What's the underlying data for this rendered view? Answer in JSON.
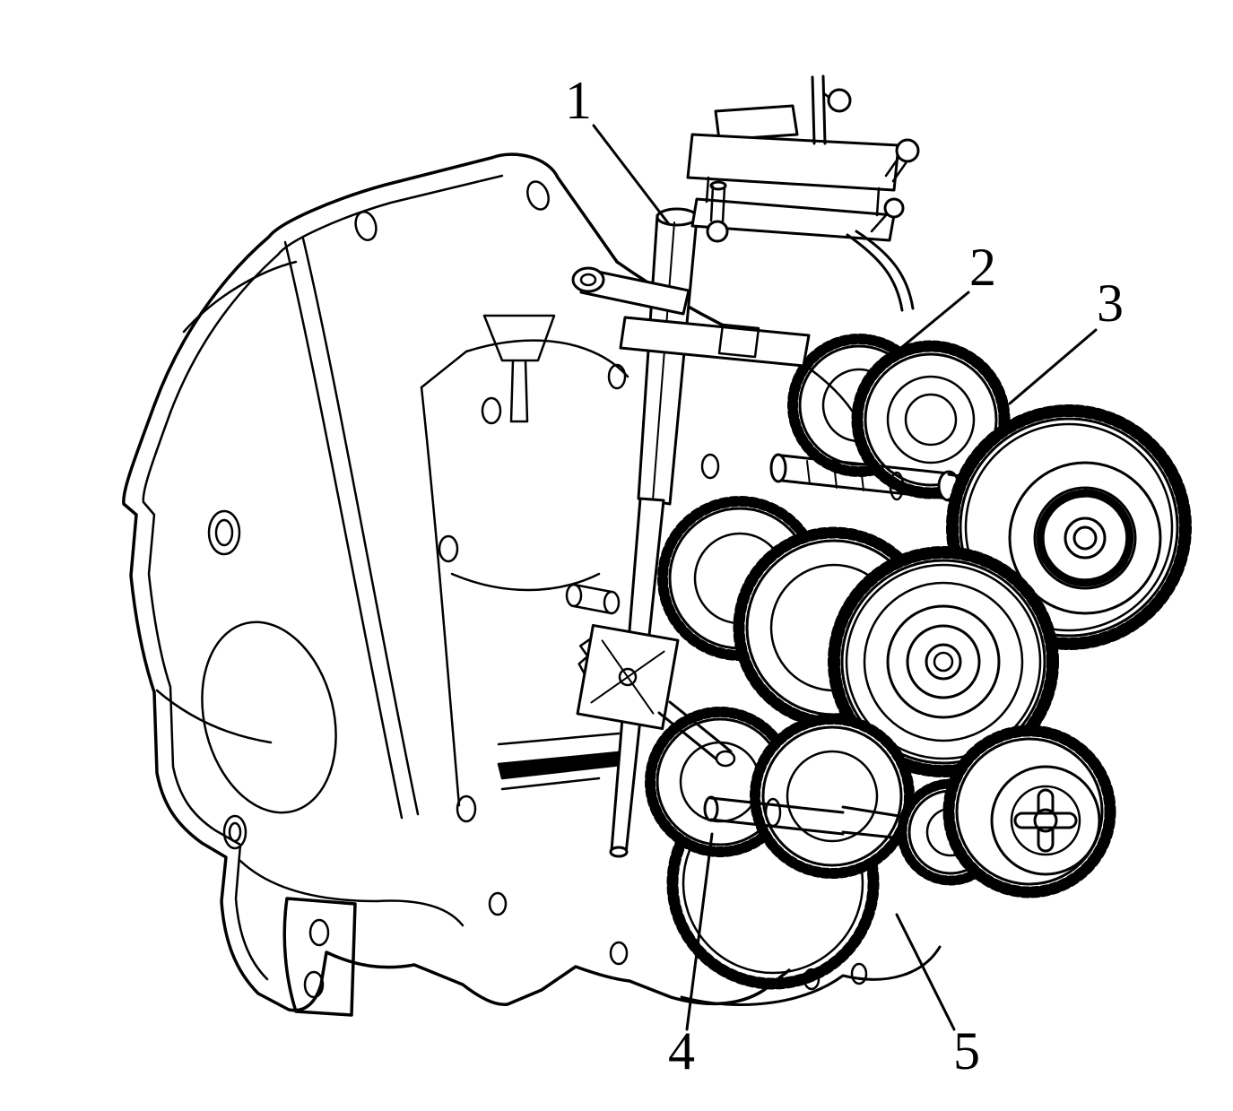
{
  "figure": {
    "background_color": "#ffffff",
    "line_color": "#000000",
    "callouts": [
      {
        "id": "callout-1",
        "label": "1"
      },
      {
        "id": "callout-2",
        "label": "2"
      },
      {
        "id": "callout-3",
        "label": "3"
      },
      {
        "id": "callout-4",
        "label": "4"
      },
      {
        "id": "callout-5",
        "label": "5"
      }
    ]
  }
}
